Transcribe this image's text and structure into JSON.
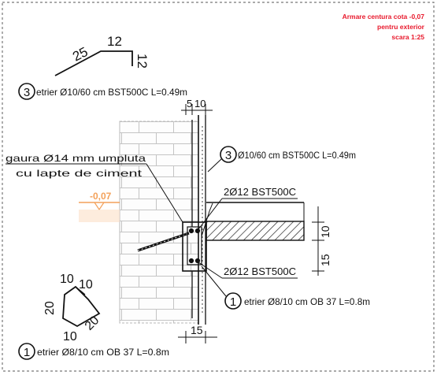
{
  "header": {
    "line1": "Armare centura cota -0,07",
    "line2": "pentru exterior",
    "line3": "scara 1:25"
  },
  "stirrup_top": {
    "dim_a": "25",
    "dim_b": "12",
    "dim_c": "12",
    "marker": "3",
    "label": "etrier Ø10/60 cm BST500C L=0.49m"
  },
  "dims_top": {
    "a": "5",
    "b": "10"
  },
  "hole_note": {
    "line1": "gaura Ø14 mm umpluta",
    "line2": "cu lapte de ciment"
  },
  "level_label": "-0,07",
  "callout_stirrup": {
    "marker": "3",
    "label": "Ø10/60 cm BST500C L=0.49m"
  },
  "bars_top": "2Ø12 BST500C",
  "bars_bottom": "2Ø12 BST500C",
  "dims_right": {
    "a": "15",
    "b": "10"
  },
  "callout_etrier1": {
    "marker": "1",
    "label": "etrier Ø8/10 cm OB 37 L=0.8m"
  },
  "dim_bottom": "15",
  "stirrup_bottom": {
    "d1": "10",
    "d2": "10",
    "d3": "20",
    "d4": "20",
    "d5": "10",
    "marker": "1",
    "label": "etrier Ø8/10 cm OB 37 L=0.8m"
  }
}
